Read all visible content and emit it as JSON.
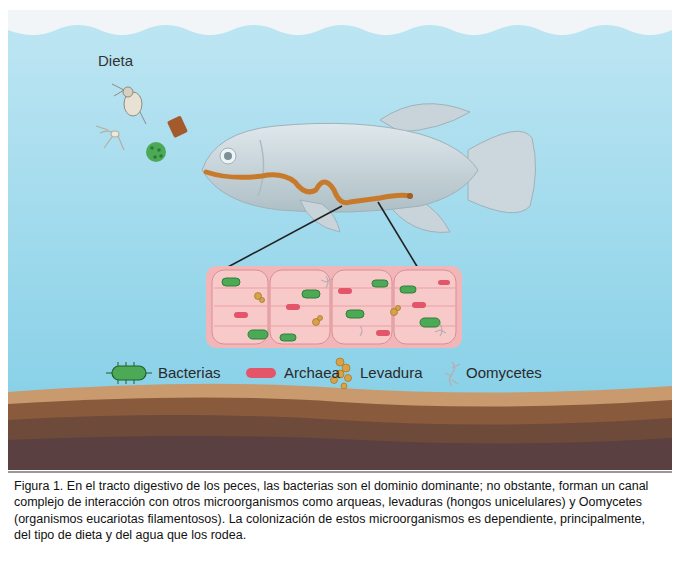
{
  "diagram": {
    "caption": "Figura 1. En el tracto digestivo de los peces, las bacterias son el dominio dominante; no obstante, forman un canal complejo de interacción con otros microorganismos como arqueas, levaduras (hongos unicelulares) y Oomycetes (organismos eucariotas filamentosos). La colonización de estos microorganismos es dependiente, principalmente, del tipo de dieta y del agua que los rodea.",
    "labels": [
      "Dieta"
    ],
    "legend": [
      {
        "text": "Bacterias"
      },
      {
        "text": "Archaea"
      },
      {
        "text": "Levadura"
      },
      {
        "text": "Oomycetes"
      }
    ]
  }
}
